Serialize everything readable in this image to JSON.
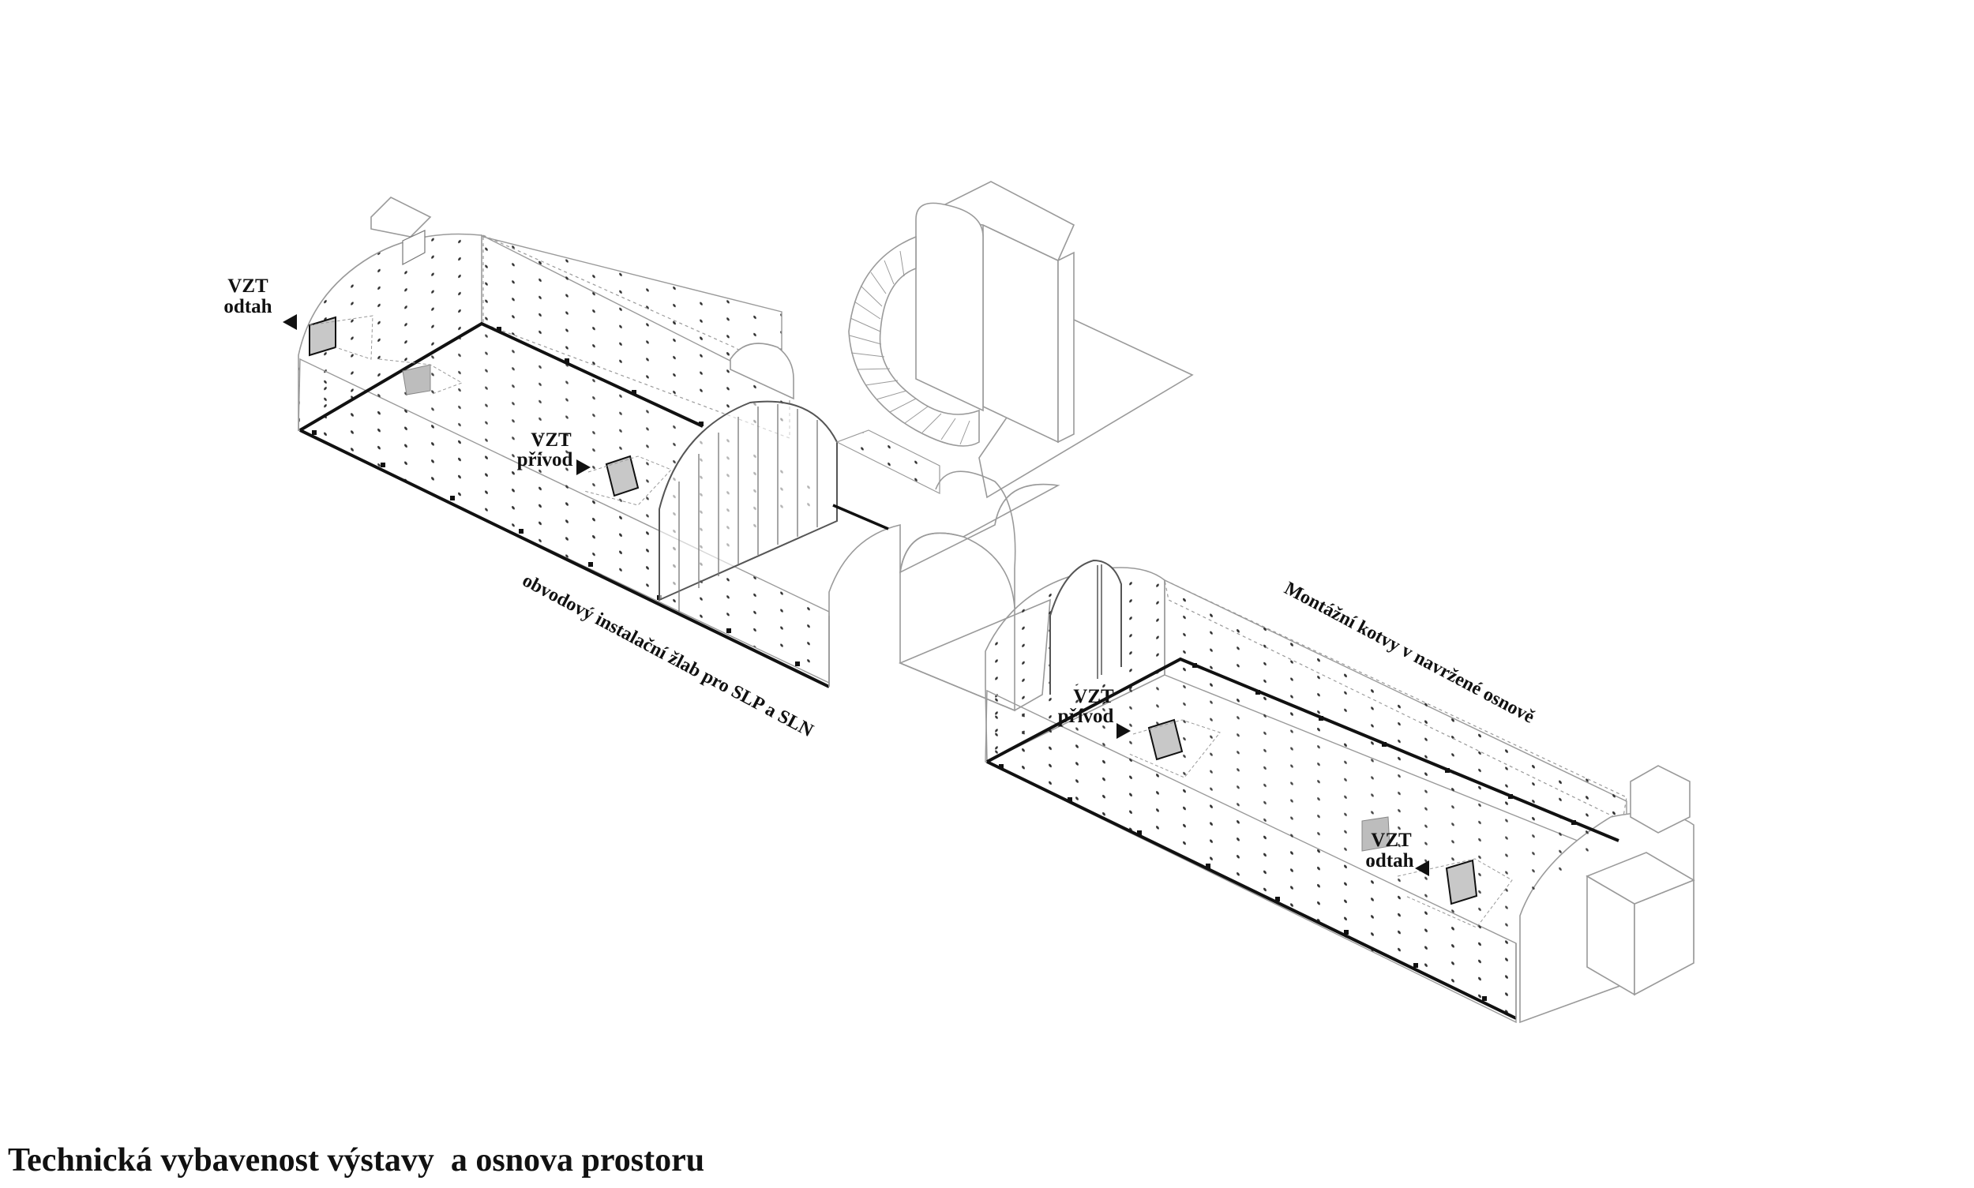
{
  "caption": "Technická vybavenost výstavy  a osnova prostoru",
  "labels": {
    "left_odtah_line1": "VZT",
    "left_odtah_line2": "odtah",
    "left_privod_line1": "VZT",
    "left_privod_line2": "přívod",
    "right_privod_line1": "VZT",
    "right_privod_line2": "přívod",
    "right_odtah_line1": "VZT",
    "right_odtah_line2": "odtah",
    "trough": "obvodový instalační žlab pro SLP a SLN",
    "anchors": "Montážní kotvy v navržené osnově"
  },
  "colors": {
    "line": "#9a9a9a",
    "bold_line": "#111111",
    "vent_fill": "#c8c8c8",
    "text": "#111111"
  }
}
